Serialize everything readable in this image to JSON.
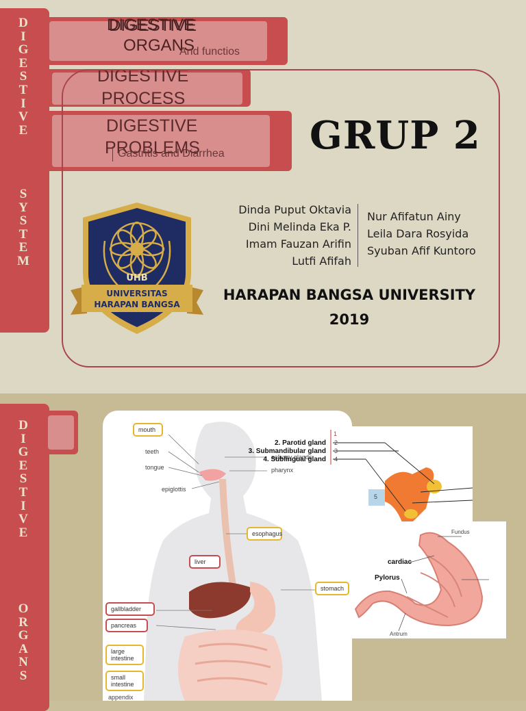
{
  "slide1": {
    "side_title_a": [
      "D",
      "I",
      "G",
      "E",
      "S",
      "T",
      "I",
      "V",
      "E"
    ],
    "side_title_b": [
      "S",
      "Y",
      "S",
      "T",
      "E",
      "M"
    ],
    "tab1": {
      "title_overlap": "DIGESTIVE",
      "title_line1": "DIGESTIVE",
      "title_line2": "ORGANS",
      "subtitle": "And functios"
    },
    "tab2": {
      "title_line1": "DIGESTIVE",
      "title_line2": "PROCESS"
    },
    "tab3": {
      "title_line1": "DIGESTIVE",
      "title_line2": "PROBLEMS",
      "subtitle": "Gastritis and Diarrhea"
    },
    "group_title": "GRUP 2",
    "members_left": [
      "Dinda Puput Oktavia",
      "Dini Melinda Eka P.",
      "Imam Fauzan Arifin",
      "Lutfi Afifah"
    ],
    "members_right": [
      "Nur Afifatun Ainy",
      "Leila Dara Rosyida",
      "Syuban Afif Kuntoro"
    ],
    "university": "HARAPAN BANGSA UNIVERSITY",
    "year": "2019",
    "logo": {
      "abbr": "UHB",
      "ribbon_line1": "UNIVERSITAS",
      "ribbon_line2": "HARAPAN BANGSA"
    }
  },
  "slide2": {
    "side_title_a": [
      "D",
      "I",
      "G",
      "E",
      "S",
      "T",
      "I",
      "V",
      "E"
    ],
    "side_title_b": [
      "O",
      "R",
      "G",
      "A",
      "N",
      "S"
    ],
    "body_labels": {
      "mouth": "mouth",
      "teeth": "teeth",
      "tongue": "tongue",
      "epiglottis": "epiglottis",
      "salivary": "salivary glands",
      "pharynx": "pharynx",
      "esophagus": "esophagus",
      "liver": "liver",
      "stomach": "stomach",
      "gallbladder": "gallbladder",
      "pancreas": "pancreas",
      "large_intestine": "large intestine",
      "small_intestine": "small intestine",
      "appendix": "appendix"
    },
    "gland_labels": {
      "parotid": "2. Parotid gland",
      "submandibular": "3. Submandibular gland",
      "sublingual": "4. Sublingual gland",
      "n1": "1",
      "n2": "2",
      "n3": "3",
      "n4": "4",
      "n5": "5"
    },
    "stomach_labels": {
      "fundus": "Fundus",
      "cardiac": "cardiac",
      "pylorus": "Pylorus",
      "antrum": "Antrum"
    }
  }
}
